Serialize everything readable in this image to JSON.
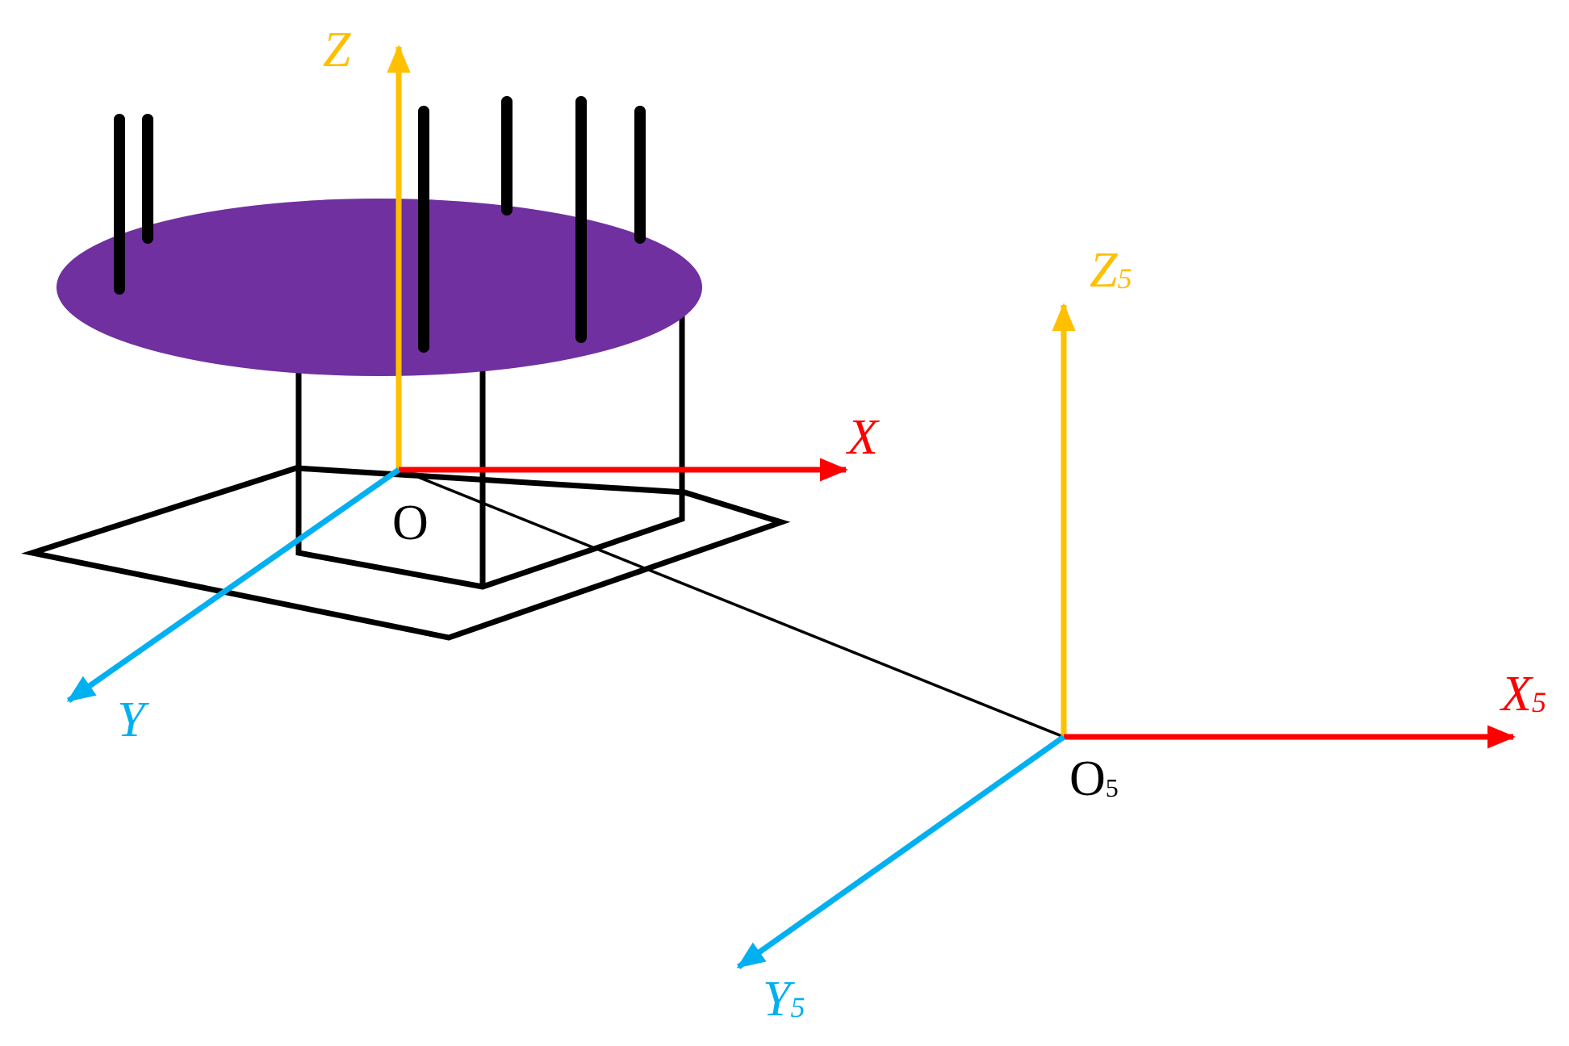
{
  "frame_o": {
    "origin_label": "O",
    "x_label": "X",
    "y_label": "Y",
    "z_label": "Z"
  },
  "frame_o5": {
    "origin_label": "O",
    "origin_subscript": "5",
    "x_label": "X",
    "x_subscript": "5",
    "y_label": "Y",
    "y_subscript": "5",
    "z_label": "Z",
    "z_subscript": "5"
  },
  "colors": {
    "x_axis": "#ff0000",
    "y_axis": "#00b0f0",
    "z_axis": "#ffc000",
    "platform": "#7030a0",
    "structure": "#000000"
  }
}
